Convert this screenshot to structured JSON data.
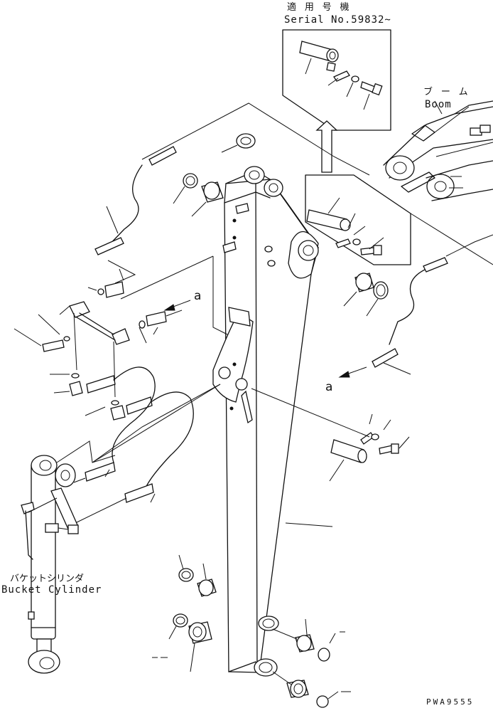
{
  "labels": {
    "serial_jp": "適 用 号 機",
    "serial_en": "Serial No.59832~",
    "boom_jp": "ブ ー ム",
    "boom_en": "Boom",
    "bucket_jp": "バケットシリンダ",
    "bucket_en": "Bucket Cylinder",
    "ref_a_upper": "a",
    "ref_a_lower": "a",
    "drawing_code": "PWA9555"
  }
}
